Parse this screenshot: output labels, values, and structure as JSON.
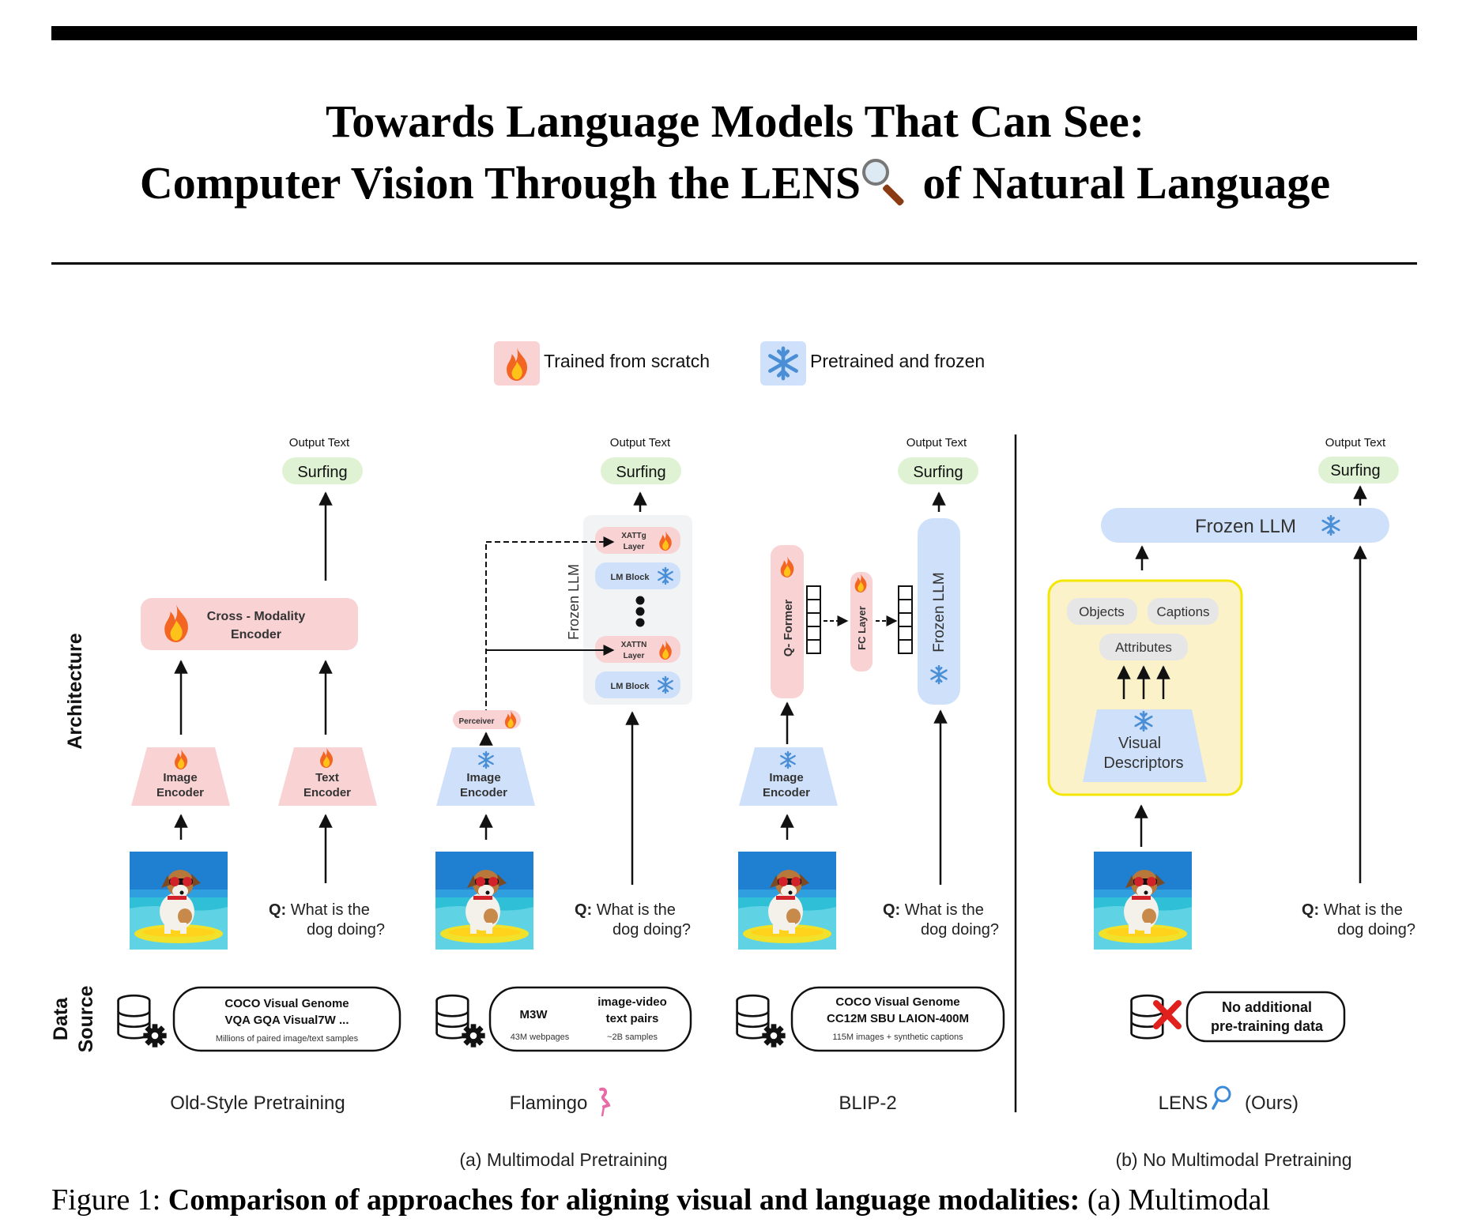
{
  "title": {
    "line1": "Towards Language Models That Can See:",
    "line2_pre": "Computer Vision Through the LENS",
    "line2_post": " of Natural Language"
  },
  "legend": {
    "trained": "Trained from scratch",
    "frozen": "Pretrained and frozen"
  },
  "row_labels": {
    "architecture": "Architecture",
    "data_line1": "Data",
    "data_line2": "Source"
  },
  "common": {
    "output_text": "Output Text",
    "output": "Surfing",
    "question_q": "Q:",
    "question_line1": "What is the",
    "question_line2": "dog doing?"
  },
  "old_style": {
    "cross_line1": "Cross - Modality",
    "cross_line2": "Encoder",
    "image_enc_line1": "Image",
    "image_enc_line2": "Encoder",
    "text_enc_line1": "Text",
    "text_enc_line2": "Encoder",
    "data_line1": "COCO   Visual Genome",
    "data_line2": "VQA   GQA   Visual7W ...",
    "data_sub": "Millions of paired image/text samples",
    "name": "Old-Style Pretraining"
  },
  "flamingo": {
    "frozen_llm": "Frozen LLM",
    "xattn_line1": "XATTN",
    "xattn_line2": "Layer",
    "xattn_top_line1": "XATTg",
    "lm_block": "LM Block",
    "perceiver": "Perceiver",
    "image_enc_line1": "Image",
    "image_enc_line2": "Encoder",
    "data_m3w": "M3W",
    "data_pairs_line1": "image-video",
    "data_pairs_line2": "text pairs",
    "data_sub1": "43M webpages",
    "data_sub2": "~2B samples",
    "name": "Flamingo"
  },
  "blip2": {
    "qformer": "Q- Former",
    "fc_layer": "FC Layer",
    "frozen_llm": "Frozen LLM",
    "image_enc_line1": "Image",
    "image_enc_line2": "Encoder",
    "data_line1": "COCO   Visual Genome",
    "data_line2": "CC12M   SBU   LAION-400M",
    "data_sub": "115M images + synthetic captions",
    "name": "BLIP-2"
  },
  "lens": {
    "frozen_llm": "Frozen LLM",
    "objects": "Objects",
    "captions": "Captions",
    "attributes": "Attributes",
    "vd_line1": "Visual",
    "vd_line2": "Descriptors",
    "data_line1": "No additional",
    "data_line2": "pre-training data",
    "name": "LENS",
    "ours": "(Ours)"
  },
  "panels": {
    "a": "(a) Multimodal Pretraining",
    "b": "(b) No Multimodal Pretraining"
  },
  "caption": {
    "label": "Figure 1: ",
    "bold": "Comparison of approaches for aligning visual and language modalities:",
    "rest": " (a) Multimodal"
  },
  "colors": {
    "pink": "#f9d2d4",
    "blue": "#cfe1fa",
    "green": "#dff3d4",
    "yellow_box": "#fcf2c9",
    "yellow_border": "#f3e600",
    "gray_pill": "#e6e6e6",
    "flame": "#f47c20",
    "snow": "#4a8fd6"
  }
}
